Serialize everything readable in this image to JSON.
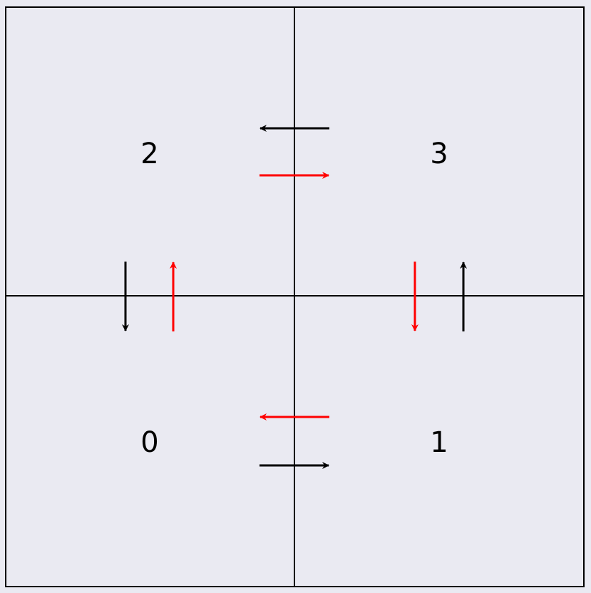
{
  "colors": {
    "background": "#eaeaf2",
    "grid_line": "#000000",
    "arrow_black": "#000000",
    "arrow_red": "#ff0000"
  },
  "cells": [
    {
      "id": "cell-0",
      "label": "0"
    },
    {
      "id": "cell-1",
      "label": "1"
    },
    {
      "id": "cell-2",
      "label": "2"
    },
    {
      "id": "cell-3",
      "label": "3"
    }
  ],
  "arrows": [
    {
      "id": "arrow-3-to-2",
      "from": "3",
      "to": "2",
      "color": "black"
    },
    {
      "id": "arrow-2-to-3",
      "from": "2",
      "to": "3",
      "color": "red"
    },
    {
      "id": "arrow-2-to-0",
      "from": "2",
      "to": "0",
      "color": "black"
    },
    {
      "id": "arrow-0-to-2",
      "from": "0",
      "to": "2",
      "color": "red"
    },
    {
      "id": "arrow-3-to-1",
      "from": "3",
      "to": "1",
      "color": "red"
    },
    {
      "id": "arrow-1-to-3",
      "from": "1",
      "to": "3",
      "color": "black"
    },
    {
      "id": "arrow-1-to-0",
      "from": "1",
      "to": "0",
      "color": "red"
    },
    {
      "id": "arrow-0-to-1",
      "from": "0",
      "to": "1",
      "color": "black"
    }
  ]
}
